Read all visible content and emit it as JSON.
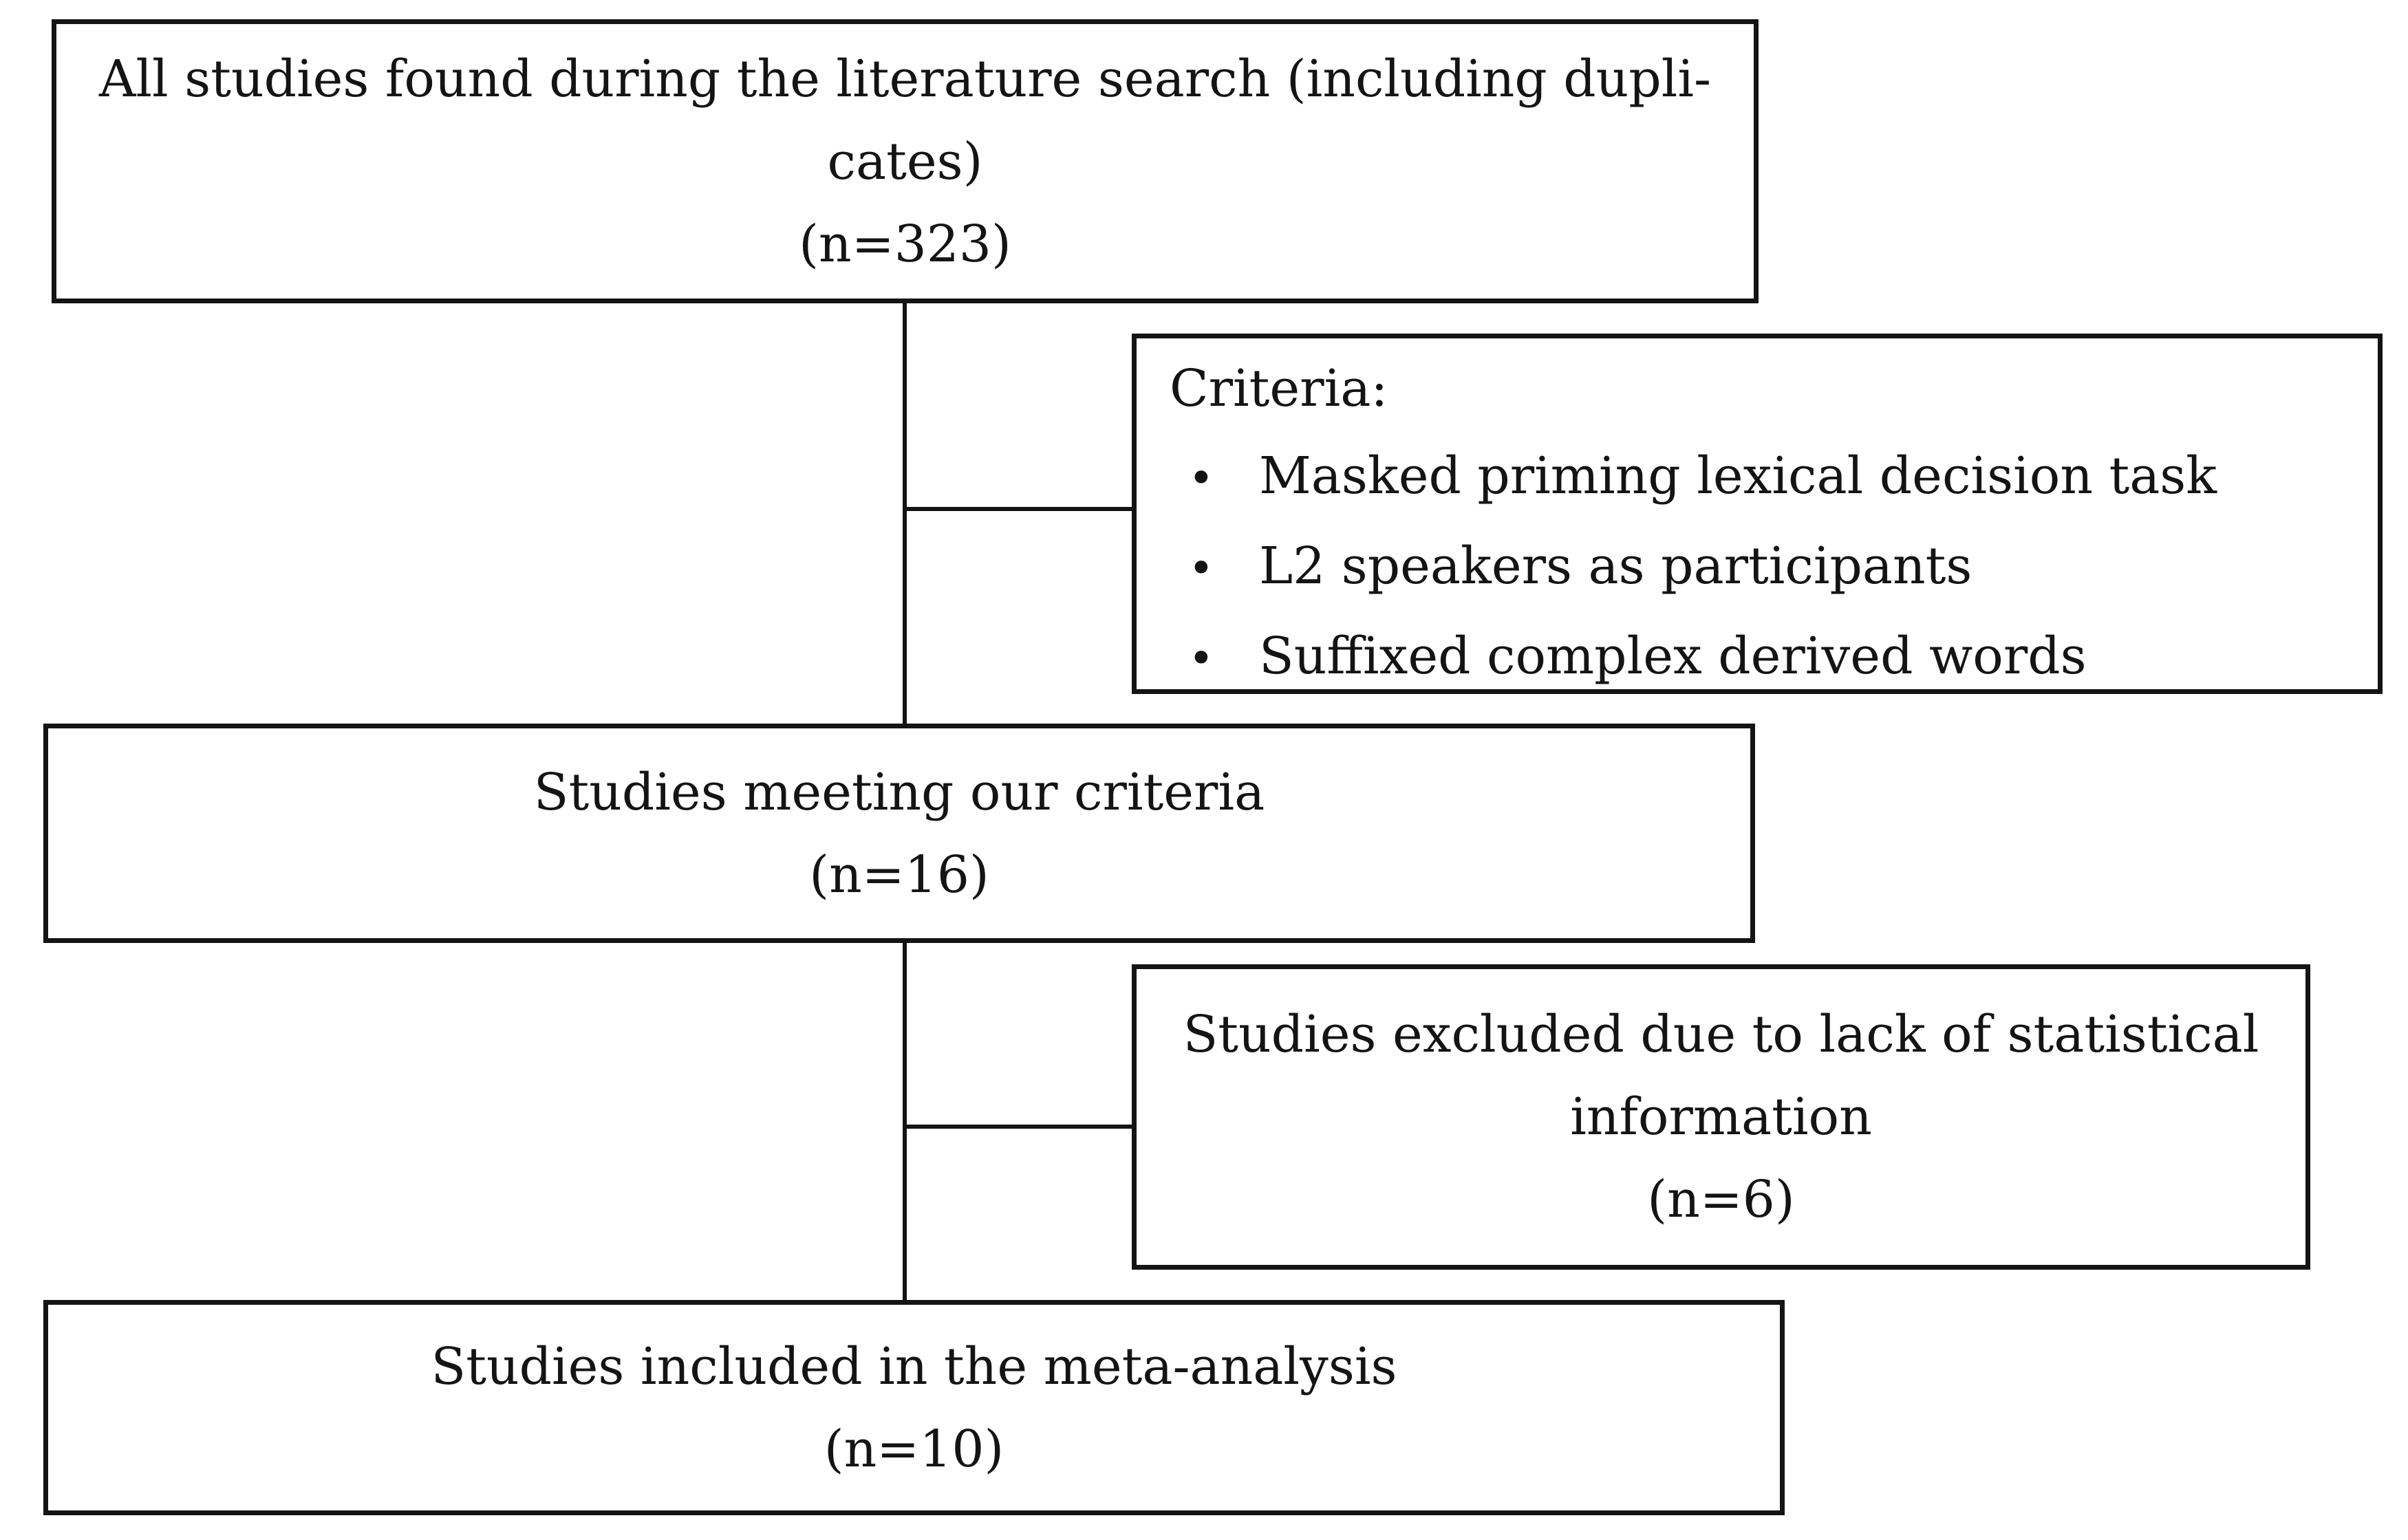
{
  "colors": {
    "ink": "#141414",
    "background": "#ffffff"
  },
  "boxes": {
    "found": {
      "lines": [
        "All studies found during the literature search (including dupli-",
        "cates)",
        "(n=323)"
      ]
    },
    "criteria": {
      "title": "Criteria:",
      "bullet_glyph": "•",
      "items": [
        "Masked priming lexical decision task",
        "L2 speakers as participants",
        "Suffixed complex derived words"
      ]
    },
    "meeting": {
      "lines": [
        "Studies meeting our criteria",
        "(n=16)"
      ]
    },
    "excluded": {
      "lines": [
        "Studies excluded due to lack of statistical",
        "information",
        "(n=6)"
      ]
    },
    "included": {
      "lines": [
        "Studies included in the meta-analysis",
        "(n=10)"
      ]
    }
  }
}
